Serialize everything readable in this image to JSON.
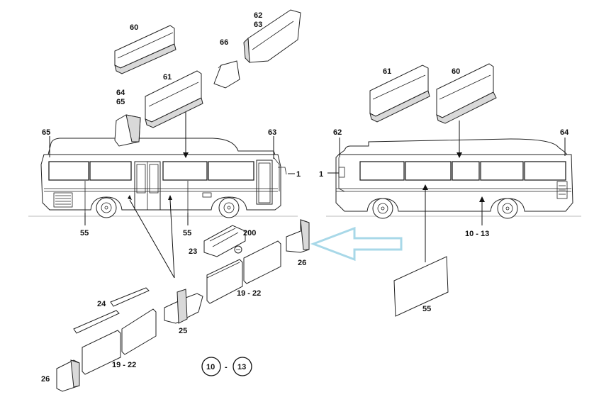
{
  "diagram": {
    "labels": {
      "p60_top": "60",
      "p62_63_top_a": "62",
      "p62_63_top_b": "63",
      "p66": "66",
      "p61_top": "61",
      "p64_65_a": "64",
      "p64_65_b": "65",
      "p65_left": "65",
      "p63_left": "63",
      "p1_left": "1",
      "p55_left_a": "55",
      "p55_left_b": "55",
      "p200": "200",
      "p23": "23",
      "p26_right": "26",
      "p19_22_mid": "19 - 22",
      "p24": "24",
      "p25": "25",
      "p19_22_bottom": "19 - 22",
      "p26_bottom": "26",
      "p61_right": "61",
      "p60_right": "60",
      "p62_right": "62",
      "p64_right": "64",
      "p1_right": "1",
      "p10_13_right": "10 - 13",
      "p55_right": "55",
      "circle_left": "10",
      "circle_dash": "-",
      "circle_right": "13"
    },
    "arrow_color": "#a8d8e8"
  }
}
